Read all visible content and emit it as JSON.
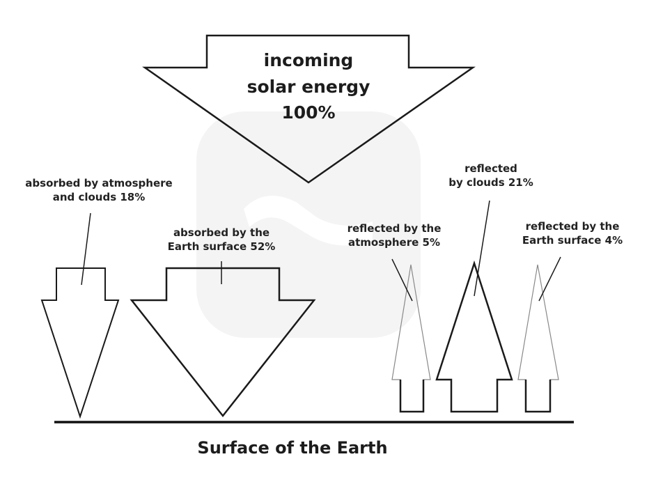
{
  "incoming": {
    "line1": "incoming",
    "line2": "solar energy",
    "line3": "100%"
  },
  "absorbed_atmosphere": {
    "line1": "absorbed by atmosphere",
    "line2": "and clouds 18%"
  },
  "absorbed_surface": {
    "line1": "absorbed by the",
    "line2": "Earth surface 52%"
  },
  "reflected_atmosphere": {
    "line1": "reflected by the",
    "line2": "atmosphere 5%"
  },
  "reflected_clouds": {
    "line1": "reflected",
    "line2": "by clouds 21%"
  },
  "reflected_surface": {
    "line1": "reflected by the",
    "line2": "Earth surface 4%"
  },
  "ground": {
    "label": "Surface of the Earth"
  },
  "colors": {
    "stroke": "#1a1a1a",
    "light_stroke": "#7a7a7a",
    "watermark": "#f4f4f4",
    "background": "#ffffff"
  }
}
